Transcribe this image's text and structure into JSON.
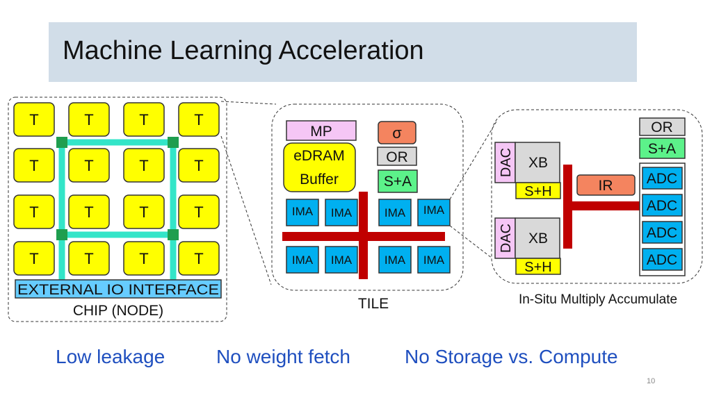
{
  "slide": {
    "title": "Machine Learning Acceleration",
    "page_number": "10"
  },
  "chip": {
    "tile_label": "T",
    "io_label": "EXTERNAL IO INTERFACE",
    "caption": "CHIP (NODE)"
  },
  "tile": {
    "mp": "MP",
    "sigma": "σ",
    "edram_line1": "eDRAM",
    "edram_line2": "Buffer",
    "or": "OR",
    "sa": "S+A",
    "ima": "IMA",
    "caption": "TILE"
  },
  "ima_detail": {
    "dac": "DAC",
    "xb": "XB",
    "sh": "S+H",
    "ir": "IR",
    "or": "OR",
    "sa": "S+A",
    "adc": "ADC",
    "caption": "In-Situ Multiply Accumulate"
  },
  "bullets": [
    "Low leakage",
    "No weight fetch",
    "No Storage vs. Compute"
  ],
  "colors": {
    "title_bg": "#d1dde8",
    "tile_yellow": "#ffff00",
    "noc_cyan": "#33e5c8",
    "router_green": "#1f9e4f",
    "ima_blue": "#00b0f0",
    "mp_pink": "#f5c6f5",
    "sigma_orange": "#f4845f",
    "sa_green": "#5cf28a",
    "bus_red": "#c00000",
    "xb_gray": "#d9d9d9",
    "bullet_blue": "#1f4fbf"
  }
}
